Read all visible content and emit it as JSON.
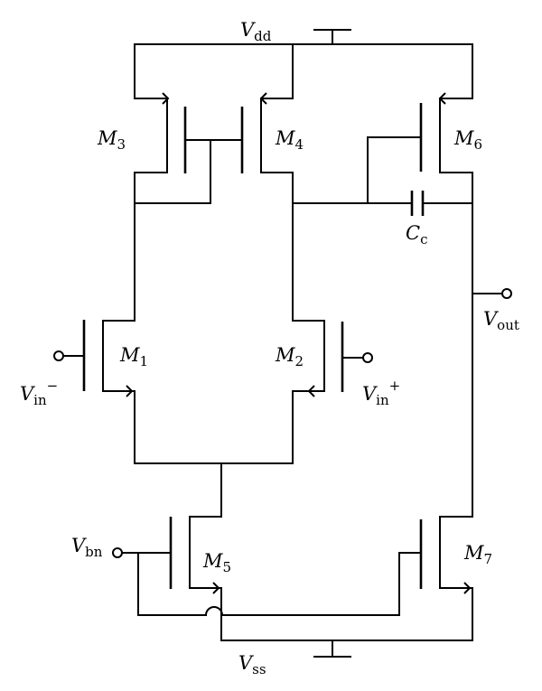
{
  "figure": {
    "rails": {
      "vdd": {
        "main": "V",
        "sub": "dd"
      },
      "vss": {
        "main": "V",
        "sub": "ss"
      }
    },
    "transistors": {
      "m1": {
        "main": "M",
        "sub": "1"
      },
      "m2": {
        "main": "M",
        "sub": "2"
      },
      "m3": {
        "main": "M",
        "sub": "3"
      },
      "m4": {
        "main": "M",
        "sub": "4"
      },
      "m5": {
        "main": "M",
        "sub": "5"
      },
      "m6": {
        "main": "M",
        "sub": "6"
      },
      "m7": {
        "main": "M",
        "sub": "7"
      }
    },
    "capacitor": {
      "main": "C",
      "sub": "c"
    },
    "ports": {
      "vin_minus": {
        "main": "V",
        "sub": "in",
        "sup": "−"
      },
      "vin_plus": {
        "main": "V",
        "sub": "in",
        "sup": "+"
      },
      "vout": {
        "main": "V",
        "sub": "out"
      },
      "vbn": {
        "main": "V",
        "sub": "bn"
      }
    }
  }
}
